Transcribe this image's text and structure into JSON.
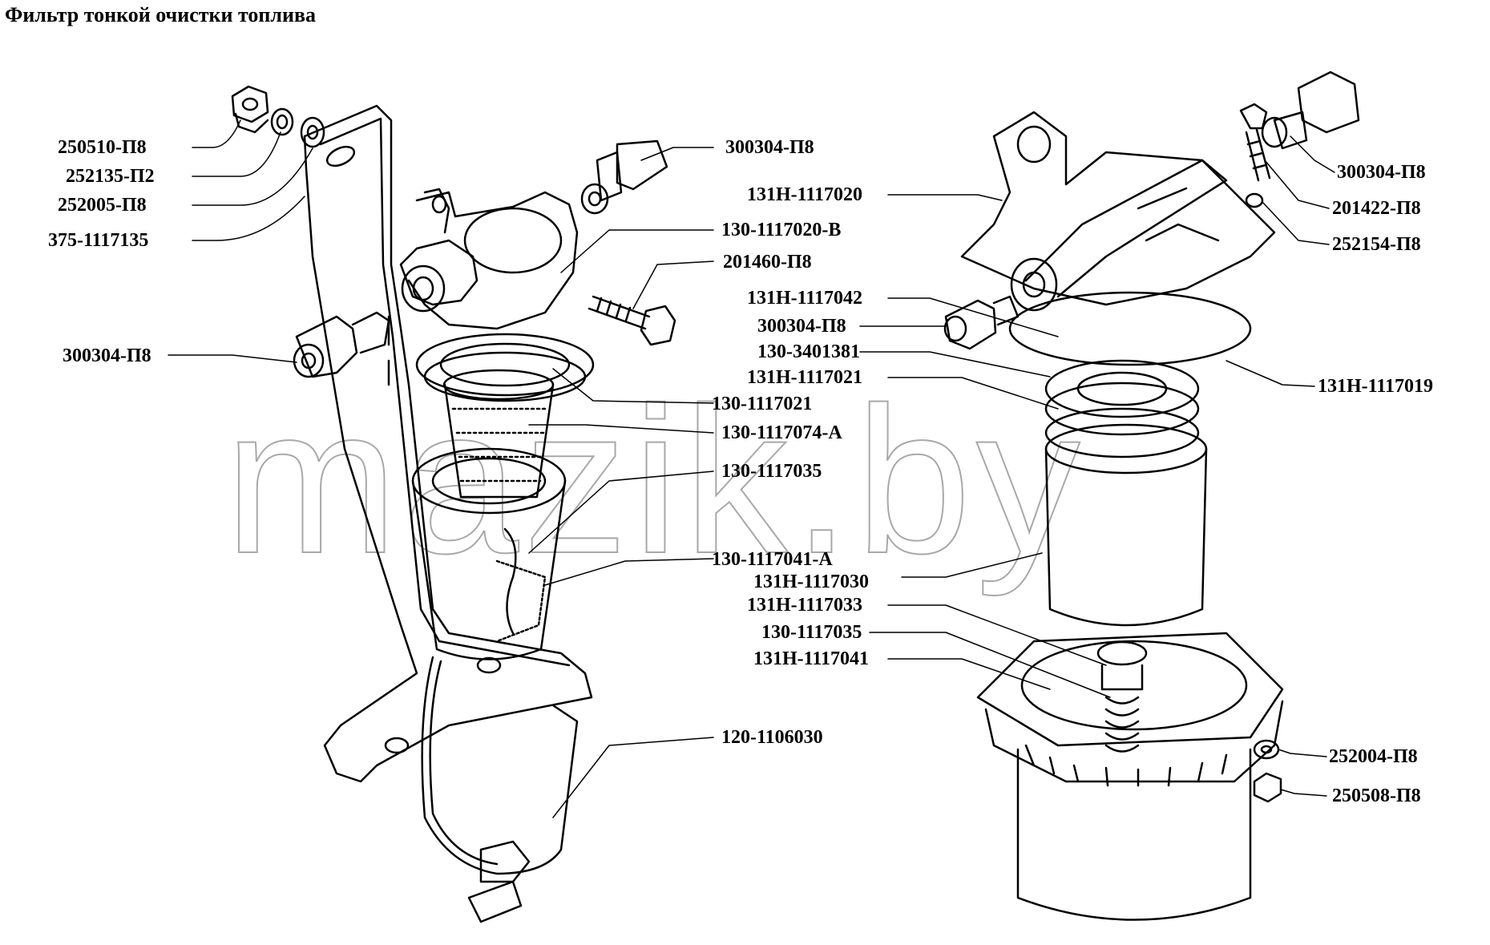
{
  "title": "Фильтр тонкой очистки топлива",
  "watermark": "mazik.by",
  "left_labels": {
    "l1": "250510-П8",
    "l2": "252135-П2",
    "l3": "252005-П8",
    "l4": "375-1117135",
    "l5": "300304-П8",
    "r1": "300304-П8",
    "r2": "130-1117020-В",
    "r3": "201460-П8",
    "r4": "130-1117021",
    "r5": "130-1117074-А",
    "r6": "130-1117035",
    "r7": "130-1117041-А",
    "r8": "120-1106030"
  },
  "right_labels": {
    "a1": "131Н-1117020",
    "a2": "131Н-1117042",
    "a3": "300304-П8",
    "a4": "130-3401381",
    "a5": "131Н-1117021",
    "a6": "131Н-1117030",
    "a7": "131Н-1117033",
    "a8": "130-1117035",
    "a9": "131Н-1117041",
    "b1": "300304-П8",
    "b2": "201422-П8",
    "b3": "252154-П8",
    "b4": "131Н-1117019",
    "b5": "252004-П8",
    "b6": "250508-П8"
  }
}
